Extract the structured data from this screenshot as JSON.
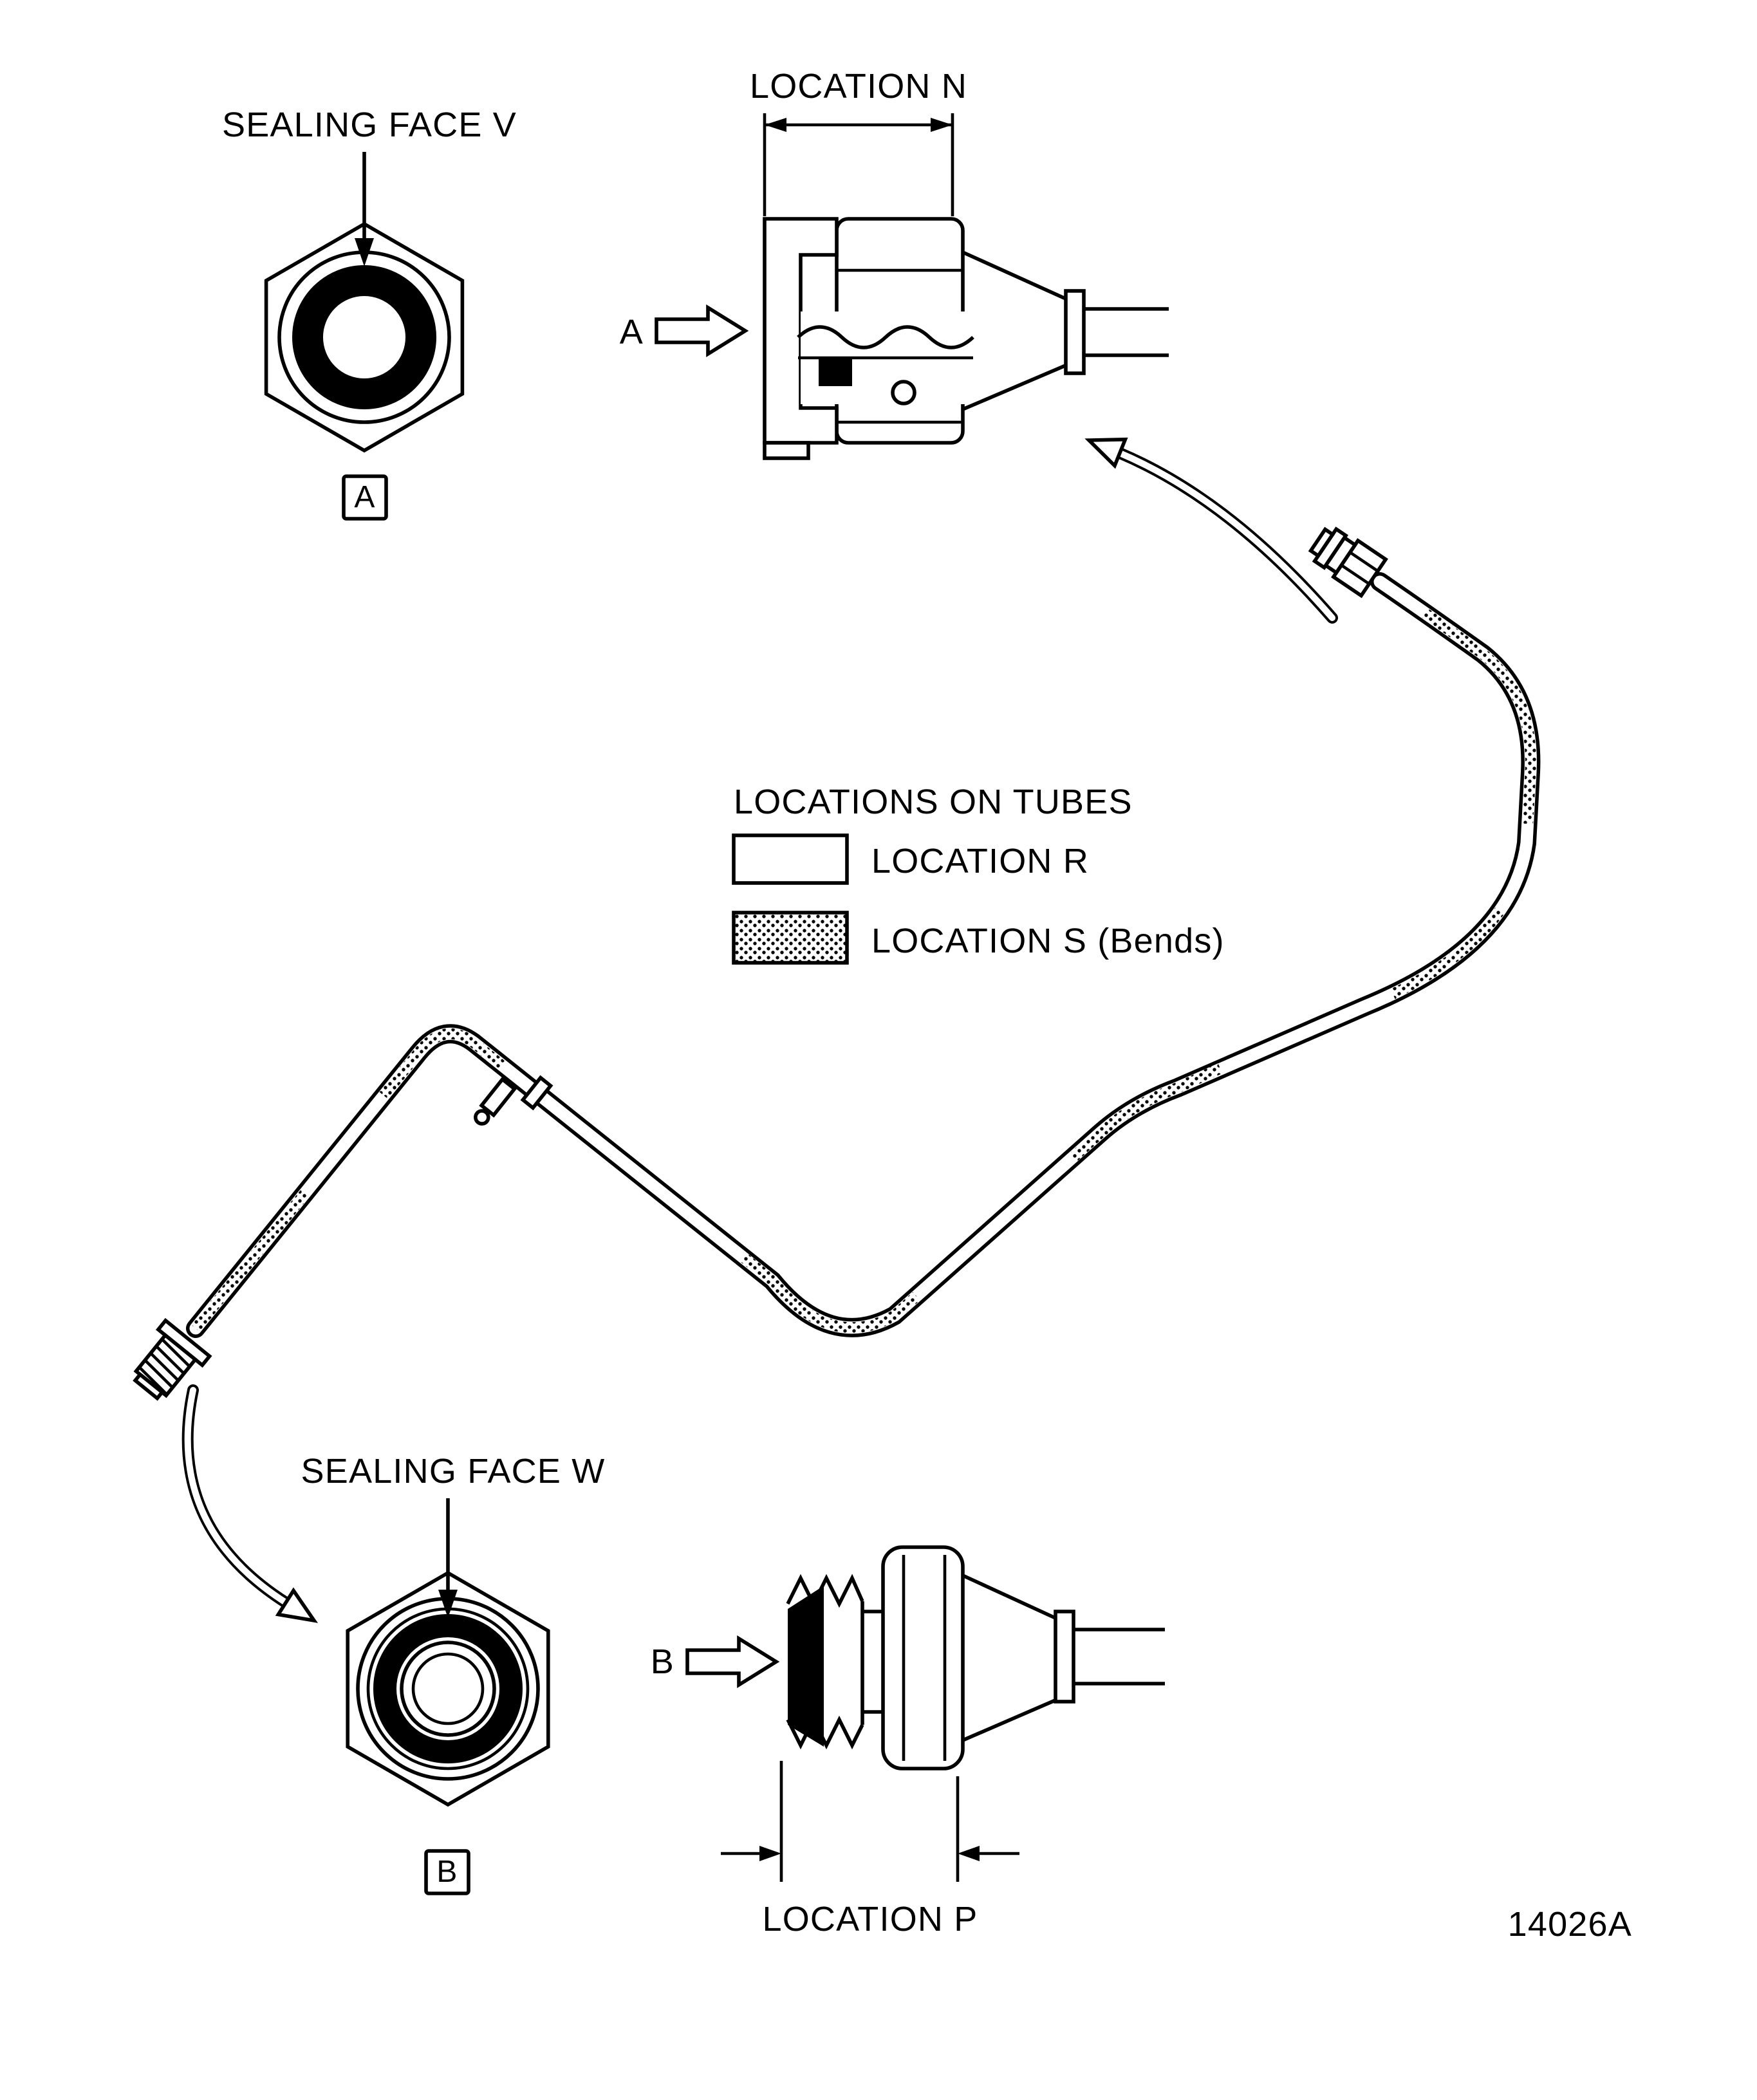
{
  "figure": {
    "number": "14026A"
  },
  "callouts": {
    "sealing_face_v": "SEALING FACE V",
    "sealing_face_w": "SEALING FACE W",
    "location_n": "LOCATION N",
    "location_p": "LOCATION P",
    "view_a": "A",
    "view_b": "B",
    "pointer_a": "A",
    "pointer_b": "B"
  },
  "legend": {
    "title": "LOCATIONS ON TUBES",
    "items": [
      {
        "label": "LOCATION R",
        "swatch": "plain"
      },
      {
        "label": "LOCATION S (Bends)",
        "swatch": "stippled"
      }
    ]
  },
  "colors": {
    "ink": "#000000",
    "paper": "#ffffff"
  }
}
